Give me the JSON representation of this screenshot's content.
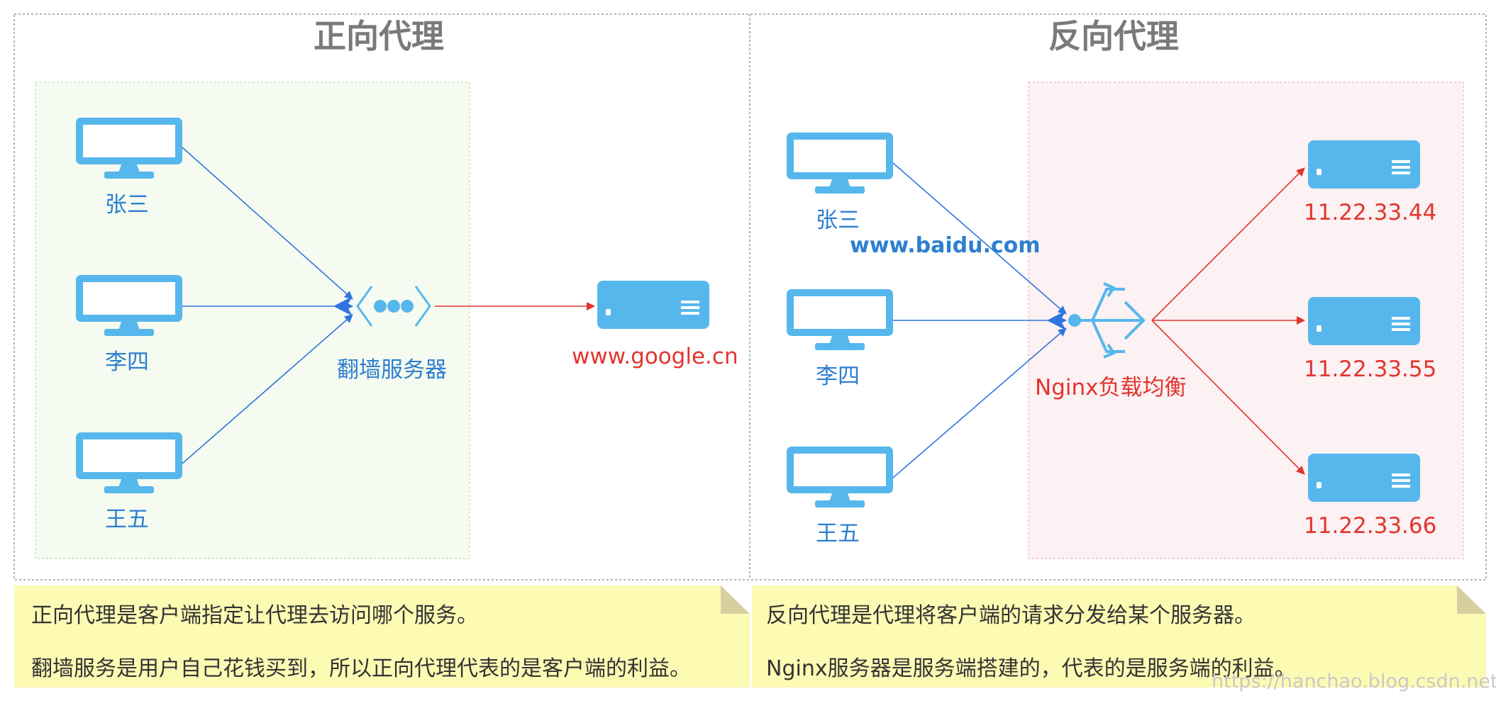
{
  "forward": {
    "title": "正向代理",
    "clients": [
      "张三",
      "李四",
      "王五"
    ],
    "proxy_label": "翻墙服务器",
    "target_label": "www.google.cn",
    "notes": [
      "正向代理是客户端指定让代理去访问哪个服务。",
      "翻墙服务是用户自己花钱买到，所以正向代理代表的是客户端的利益。"
    ]
  },
  "reverse": {
    "title": "反向代理",
    "clients": [
      "张三",
      "李四",
      "王五"
    ],
    "domain_label": "www.baidu.com",
    "proxy_label": "Nginx负载均衡",
    "servers": [
      "11.22.33.44",
      "11.22.33.55",
      "11.22.33.66"
    ],
    "notes": [
      "反向代理是代理将客户端的请求分发给某个服务器。",
      "Nginx服务器是服务端搭建的，代表的是服务端的利益。"
    ]
  },
  "watermark": "https://hanchao.blog.csdn.net",
  "colors": {
    "icon": "#56b7ec",
    "client_label": "#2d7fd0",
    "red": "#e2342e",
    "title": "#7a7a7a",
    "note_bg": "#fdfab4",
    "green_box": "#f5fbf1",
    "pink_box": "#fcf1f3"
  }
}
